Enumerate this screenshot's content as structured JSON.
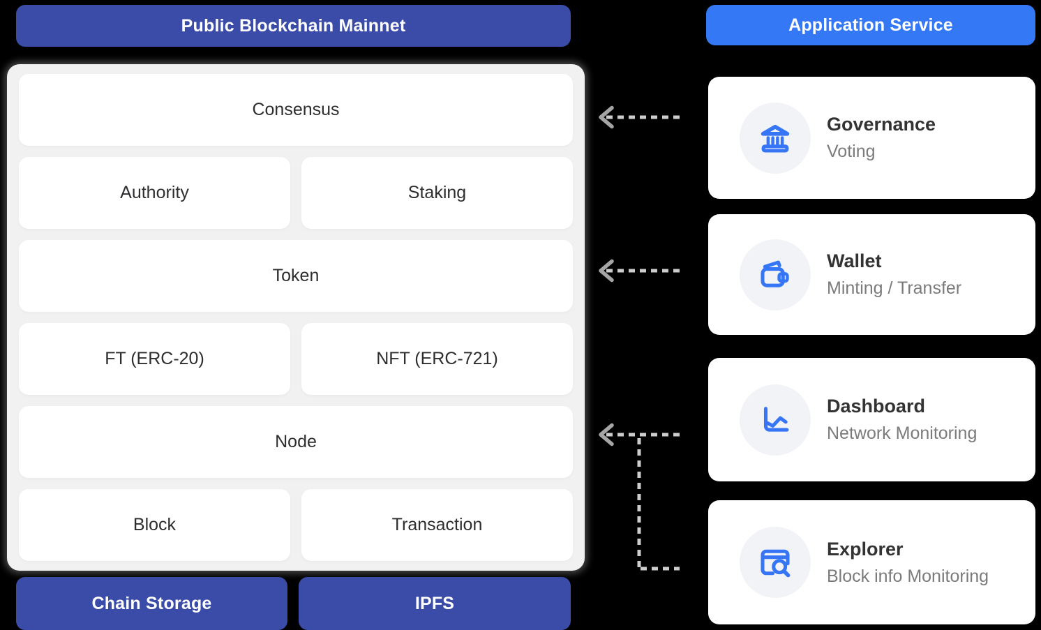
{
  "colors": {
    "background": "#000000",
    "mainnet_header_bg": "#3B4CA8",
    "service_header_bg": "#3478F6",
    "icon_accent": "#3575F6",
    "panel_bg": "#F1F1F2",
    "box_bg": "#FFFFFF",
    "box_text": "#2E2E30",
    "card_title_text": "#333333",
    "card_subtitle_text": "#7B7B7B",
    "icon_circle_bg": "#F2F3F6",
    "connector_dash": "#CDCDCD",
    "connector_arrowhead": "#A5A5A5"
  },
  "left_panel": {
    "header": "Public Blockchain Mainnet",
    "rows": [
      {
        "layout": "full",
        "items": [
          {
            "label": "Consensus"
          }
        ]
      },
      {
        "layout": "split",
        "items": [
          {
            "label": "Authority"
          },
          {
            "label": "Staking"
          }
        ]
      },
      {
        "layout": "full",
        "items": [
          {
            "label": "Token"
          }
        ]
      },
      {
        "layout": "split",
        "items": [
          {
            "label": "FT (ERC-20)"
          },
          {
            "label": "NFT (ERC-721)"
          }
        ]
      },
      {
        "layout": "full",
        "items": [
          {
            "label": "Node"
          }
        ]
      },
      {
        "layout": "split",
        "items": [
          {
            "label": "Block"
          },
          {
            "label": "Transaction"
          }
        ]
      }
    ],
    "footers": [
      {
        "label": "Chain Storage"
      },
      {
        "label": "IPFS"
      }
    ]
  },
  "right_panel": {
    "header": "Application Service",
    "cards": [
      {
        "icon": "bank-icon",
        "title": "Governance",
        "subtitle": "Voting"
      },
      {
        "icon": "wallet-icon",
        "title": "Wallet",
        "subtitle": "Minting / Transfer"
      },
      {
        "icon": "line-chart-icon",
        "title": "Dashboard",
        "subtitle": "Network Monitoring"
      },
      {
        "icon": "browser-search-icon",
        "title": "Explorer",
        "subtitle": "Block info Monitoring"
      }
    ]
  }
}
